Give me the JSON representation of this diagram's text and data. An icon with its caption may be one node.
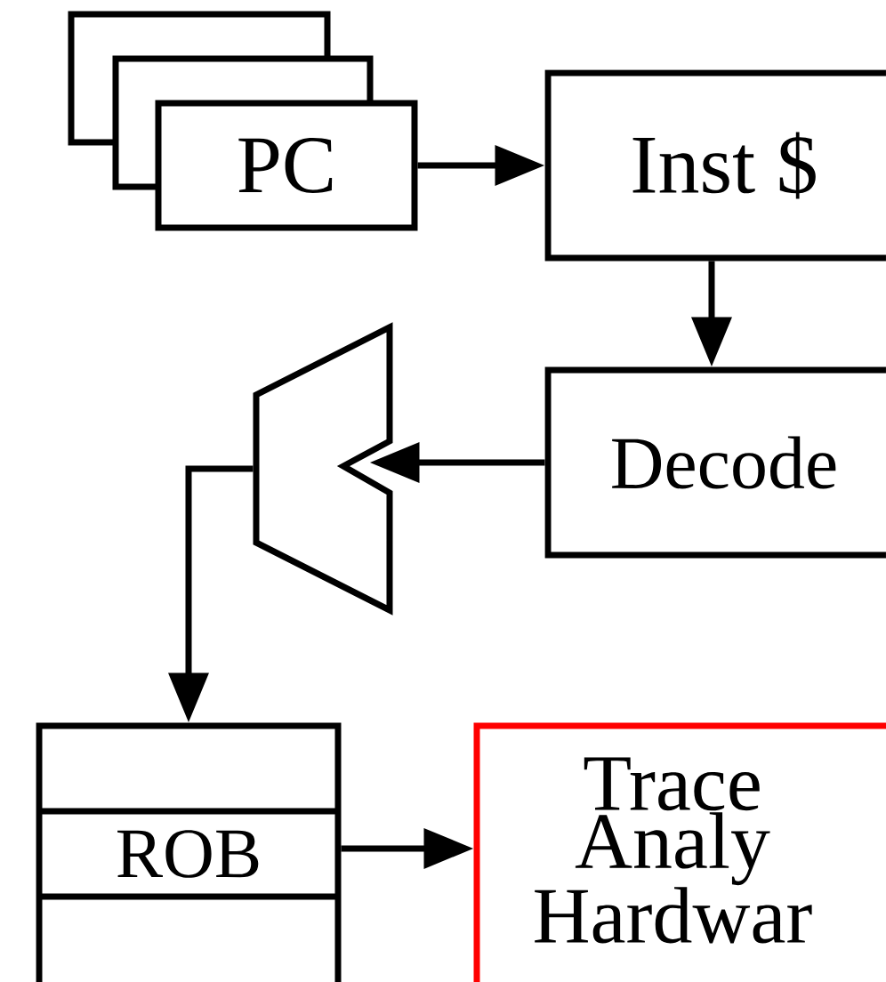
{
  "diagram": {
    "nodes": [
      {
        "text": [],
        "shape": "box"
      },
      {
        "text": [],
        "shape": "box"
      },
      {
        "text": [
          "PC"
        ]
      },
      {
        "text": [
          "Inst $"
        ]
      },
      {
        "text": [
          "Decode"
        ]
      },
      {
        "text": [],
        "shape": "trapezoid"
      },
      {
        "text": [
          "ROB"
        ]
      },
      {
        "text": [
          "Trace Analy Hardwar"
        ]
      }
    ],
    "edges": [
      {
        "from": 2,
        "to": 3,
        "arrow": "to"
      },
      {
        "from": 3,
        "to": 4,
        "arrow": "to"
      },
      {
        "from": 4,
        "to": 5,
        "arrow": "to"
      },
      {
        "from": 5,
        "to": 6,
        "arrow": "to"
      },
      {
        "from": 6,
        "to": 7,
        "arrow": "to"
      }
    ]
  }
}
